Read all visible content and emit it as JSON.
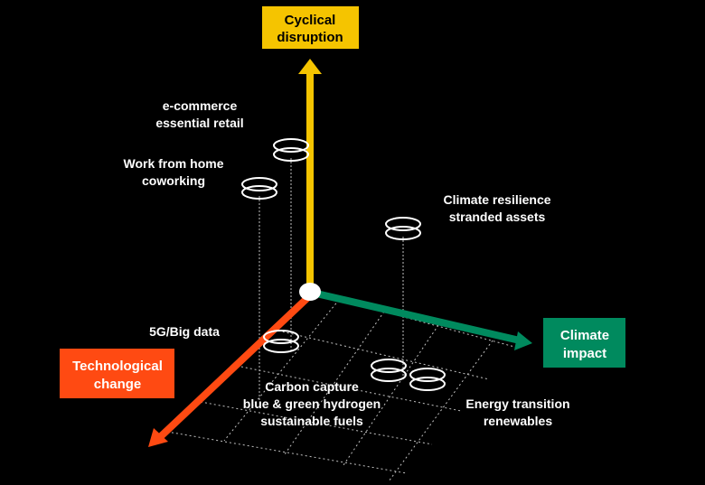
{
  "axes": {
    "cyclical": {
      "line1": "Cyclical",
      "line2": "disruption",
      "color": "#F5C400",
      "text_color": "#000000"
    },
    "climate": {
      "line1": "Climate",
      "line2": "impact",
      "color": "#008A5E",
      "text_color": "#FFFFFF"
    },
    "tech": {
      "line1": "Technological",
      "line2": "change",
      "color": "#FF4A12",
      "text_color": "#FFFFFF"
    }
  },
  "themes": {
    "ecommerce": {
      "line1": "e-commerce",
      "line2": "essential retail"
    },
    "wfh": {
      "line1": "Work from home",
      "line2": "coworking"
    },
    "climate_res": {
      "line1": "Climate resilience",
      "line2": "stranded assets"
    },
    "data5g": {
      "line1": "5G/Big data"
    },
    "carbon": {
      "line1": "Carbon capture",
      "line2": "blue & green hydrogen",
      "line3": "sustainable fuels"
    },
    "energy": {
      "line1": "Energy transition",
      "line2": "renewables"
    }
  },
  "colors": {
    "background": "#000000",
    "grid": "#BFBFBF",
    "markers": "#FFFFFF"
  }
}
